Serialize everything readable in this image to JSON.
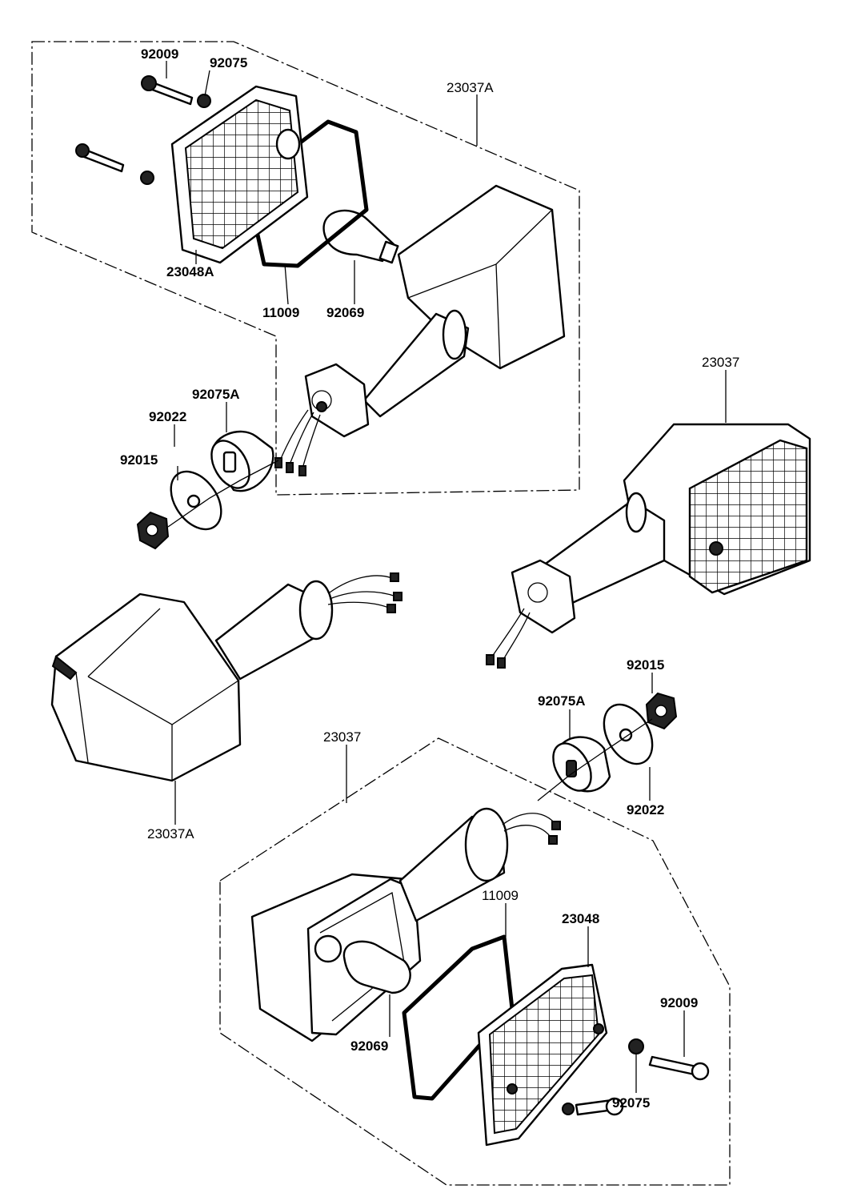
{
  "diagram": {
    "labels": {
      "top_bolt": "92009",
      "top_washer": "92075",
      "top_assembly": "23037A",
      "top_lens": "23048A",
      "top_gasket": "11009",
      "top_bulb": "92069",
      "left_grommet": "92075A",
      "left_washer": "92022",
      "left_nut": "92015",
      "right_signal": "23037",
      "right_nut": "92015",
      "right_grommet": "92075A",
      "right_washer": "92022",
      "left_signal": "23037A",
      "bottom_assembly": "23037",
      "bottom_gasket": "11009",
      "bottom_lens": "23048",
      "bottom_bolt": "92009",
      "bottom_bulb": "92069",
      "bottom_washer": "92075"
    }
  }
}
